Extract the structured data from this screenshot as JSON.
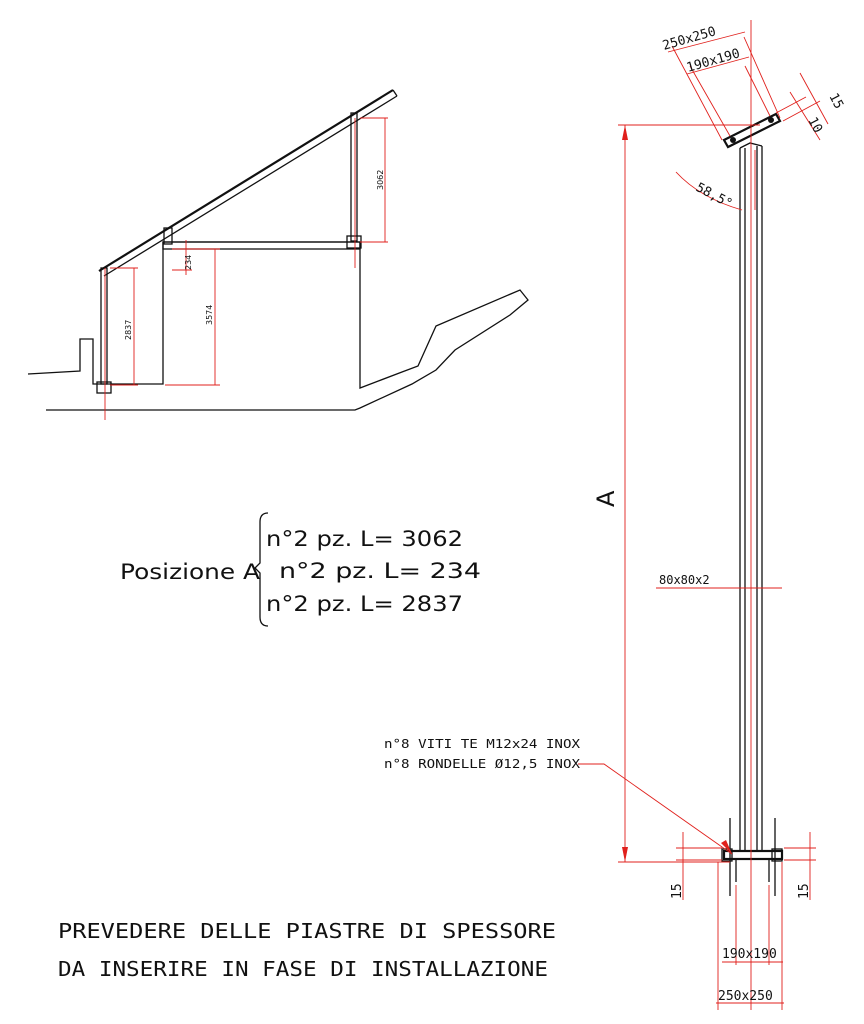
{
  "colors": {
    "line": "#111111",
    "dimension": "#e0201c",
    "background": "#ffffff"
  },
  "section": {
    "dims": {
      "d3062": "3062",
      "d234": "234",
      "d2837": "2837",
      "d3574": "3574"
    }
  },
  "position_list": {
    "label": "Posizione A",
    "items": [
      "n°2 pz. L= 3062",
      "n°2 pz. L=   234",
      "n°2 pz. L= 2837"
    ]
  },
  "column": {
    "top_plate_outer": "250x250",
    "top_plate_inner": "190x190",
    "top_plate_thickness": "15",
    "top_plate_offset": "10",
    "angle": "58,5°",
    "height_label": "A",
    "profile": "80x80x2",
    "bolts": "n°8 VITI TE M12x24 INOX",
    "washers": "n°8 RONDELLE Ø12,5 INOX",
    "base_plate_thickness_left": "15",
    "base_plate_thickness_right": "15",
    "base_plate_inner": "190x190",
    "base_plate_outer": "250x250"
  },
  "note": {
    "line1": "PREVEDERE DELLE PIASTRE DI SPESSORE",
    "line2": "DA INSERIRE IN FASE DI INSTALLAZIONE"
  }
}
